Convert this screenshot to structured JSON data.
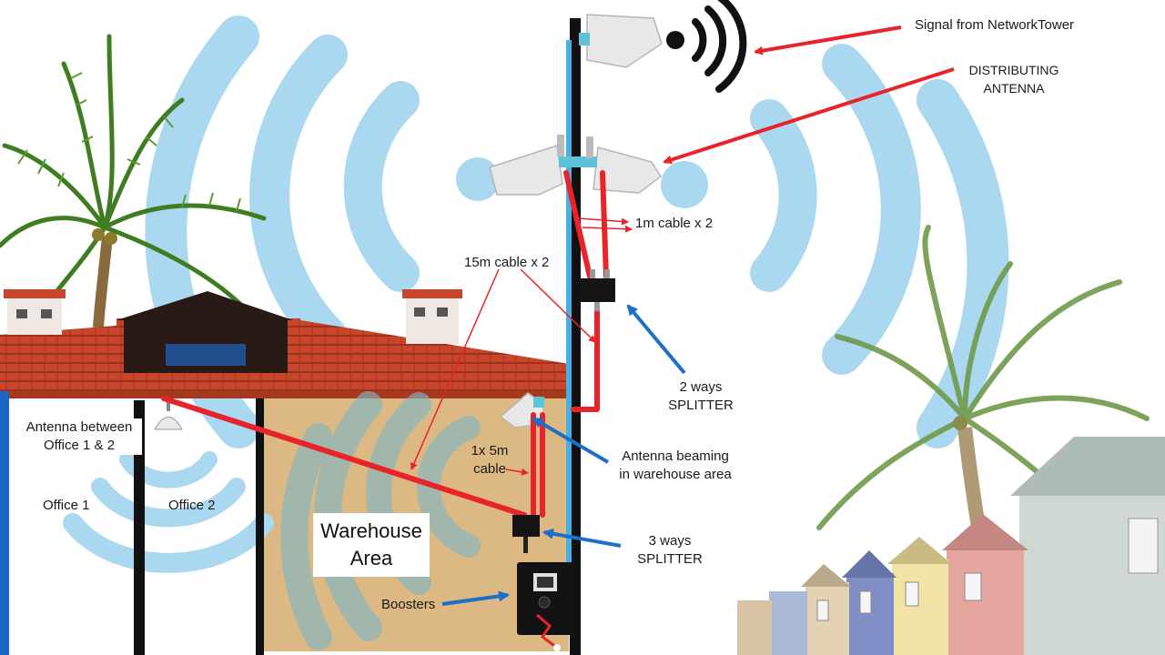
{
  "labels": {
    "signal_from_tower": "Signal from NetworkTower",
    "distributing_antenna_line1": "DISTRIBUTING",
    "distributing_antenna_line2": "ANTENNA",
    "cable_1m": "1m cable x 2",
    "cable_15m": "15m cable x 2",
    "splitter_2way_line1": "2 ways",
    "splitter_2way_line2": "SPLITTER",
    "antenna_between_line1": "Antenna  between",
    "antenna_between_line2": "Office 1 & 2",
    "office_1": "Office 1",
    "office_2": "Office 2",
    "cable_5m_line1": "1x 5m",
    "cable_5m_line2": "cable",
    "antenna_beaming_line1": "Antenna beaming",
    "antenna_beaming_line2": "in warehouse area",
    "warehouse_line1": "Warehouse",
    "warehouse_line2": "Area",
    "splitter_3way_line1": "3 ways",
    "splitter_3way_line2": "SPLITTER",
    "boosters": "Boosters"
  },
  "colors": {
    "wave_blue": "#9fd4ee",
    "cable_red": "#e8232a",
    "arrow_blue": "#1f6fc8",
    "mast_black": "#111111",
    "feed_cable_blue": "#49aee3",
    "warehouse_wall": "#dcb883",
    "roof_tiles": "#c7452a",
    "text": "#1a1a1a"
  },
  "icons": {
    "tower_signal": "wifi-signal-icon",
    "tree": "palm-tree-icon",
    "antenna": "panel-antenna-icon",
    "ceiling_antenna": "dome-antenna-icon"
  }
}
